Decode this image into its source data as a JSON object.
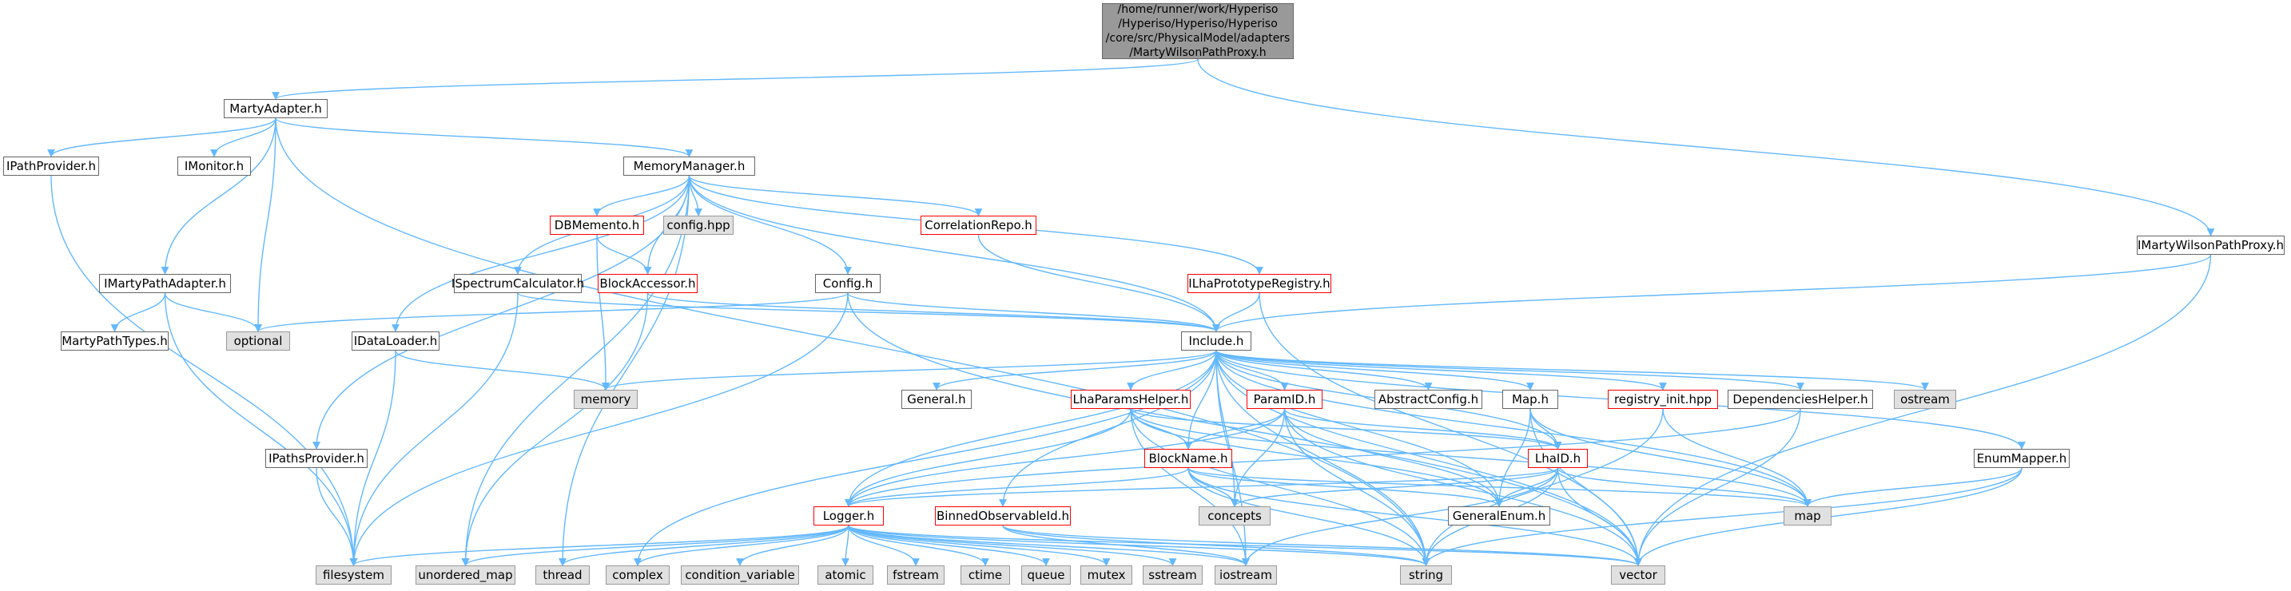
{
  "graph": {
    "edge_color": "#63b8ff",
    "root": {
      "lines": [
        "/home/runner/work/Hyperiso",
        "/Hyperiso/Hyperiso/Hyperiso",
        "/core/src/PhysicalModel/adapters",
        "/MartyWilsonPathProxy.h"
      ]
    },
    "nodes": {
      "marty_adapter": "MartyAdapter.h",
      "imarty_wilson_path_proxy": "IMartyWilsonPathProxy.h",
      "ipath_provider": "IPathProvider.h",
      "imonitor": "IMonitor.h",
      "memory_manager": "MemoryManager.h",
      "imarty_path_adapter": "IMartyPathAdapter.h",
      "optional": "optional",
      "marty_path_types": "MartyPathTypes.h",
      "dbmemento": "DBMemento.h",
      "config_hpp": "config.hpp",
      "correlation_repo": "CorrelationRepo.h",
      "ispectrum_calculator": "ISpectrumCalculator.h",
      "block_accessor": "BlockAccessor.h",
      "config_h": "Config.h",
      "ilha_prototype_registry": "ILhaPrototypeRegistry.h",
      "idata_loader": "IDataLoader.h",
      "include_h": "Include.h",
      "memory": "memory",
      "general_h": "General.h",
      "lha_params_helper": "LhaParamsHelper.h",
      "param_id": "ParamID.h",
      "abstract_config": "AbstractConfig.h",
      "map_h": "Map.h",
      "registry_init": "registry_init.hpp",
      "dependencies_helper": "DependenciesHelper.h",
      "ostream": "ostream",
      "ipaths_provider": "IPathsProvider.h",
      "block_name": "BlockName.h",
      "lha_id": "LhaID.h",
      "enum_mapper": "EnumMapper.h",
      "concepts": "concepts",
      "general_enum": "GeneralEnum.h",
      "map": "map",
      "logger": "Logger.h",
      "binned_observable_id": "BinnedObservableId.h",
      "filesystem": "filesystem",
      "unordered_map": "unordered_map",
      "thread": "thread",
      "complex": "complex",
      "condition_variable": "condition_variable",
      "atomic": "atomic",
      "fstream": "fstream",
      "ctime": "ctime",
      "queue": "queue",
      "mutex": "mutex",
      "sstream": "sstream",
      "iostream": "iostream",
      "string": "string",
      "vector": "vector"
    }
  }
}
